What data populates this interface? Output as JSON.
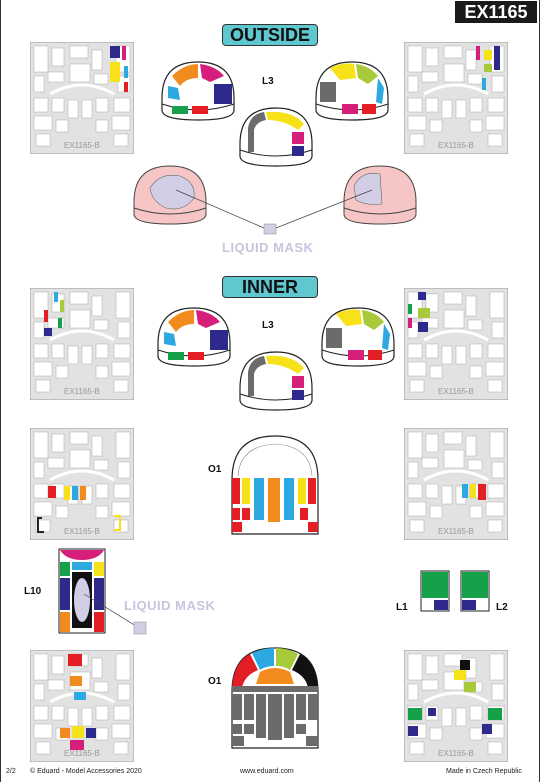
{
  "header": {
    "code": "EX1165"
  },
  "sections": {
    "outside": "OUTSIDE",
    "inner": "INNER"
  },
  "labels": {
    "l3_outside": "L3",
    "l3_inner": "L3",
    "o1_top": "O1",
    "o1_bottom": "O1",
    "l10": "L10",
    "l1": "L1",
    "l2": "L2"
  },
  "liquid_mask": {
    "outside": "LIQUID MASK",
    "inner": "LIQUID MASK"
  },
  "fret_marks": {
    "f1": "EX1165-B",
    "f2": "EX1165-B",
    "f3": "EX1165-B",
    "f4": "EX1165-B",
    "f5": "EX1165-B",
    "f6": "EX1165-B",
    "f7": "EX1165-B",
    "f8": "EX1165-B"
  },
  "footer": {
    "page": "2/2",
    "copyright": "© Eduard - Model Accessories 2020",
    "url": "www.eduard.com",
    "origin": "Made in Czech Republic"
  },
  "colors": {
    "accent_pill": "#5fc7cf",
    "yellow": "#f7e21a",
    "navy": "#2e2a8c",
    "red": "#e31e24",
    "magenta": "#d61f7b",
    "green": "#17a04a",
    "blue": "#2da8e0",
    "orange": "#f18b1e",
    "lime": "#a7c93a",
    "grey": "#6b6b6b",
    "liquid": "#c8c4de"
  }
}
